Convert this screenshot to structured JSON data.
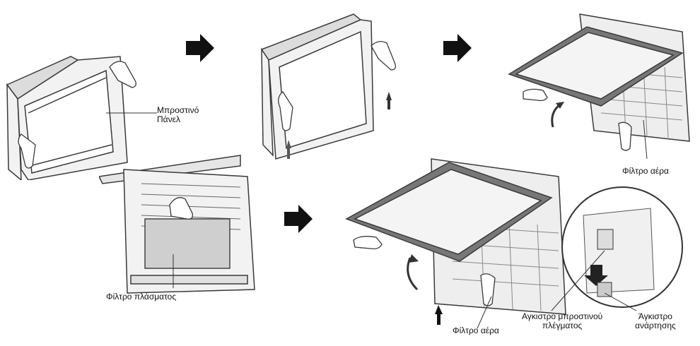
{
  "labels": {
    "front_panel_line1": "Μπροστινό",
    "front_panel_line2": "Πάνελ",
    "air_filter_top": "Φίλτρο αέρα",
    "plasma_filter": "Φίλτρο πλάσματος",
    "air_filter_bottom": "Φίλτρο αέρα",
    "front_grille_hook_line1": "Αγκιστρο μπροστινού",
    "front_grille_hook_line2": "πλέγματος",
    "hanging_hook_line1": "Άγκιστρο",
    "hanging_hook_line2": "ανάρτησης"
  },
  "colors": {
    "line": "#3a3a3a",
    "panel_fill": "#f2f2f2",
    "frame_dark": "#555555",
    "arrow": "#111111"
  },
  "icons": [
    "step-arrow-icon",
    "lift-arrow-icon",
    "hand-icon",
    "magnifier-icon"
  ]
}
